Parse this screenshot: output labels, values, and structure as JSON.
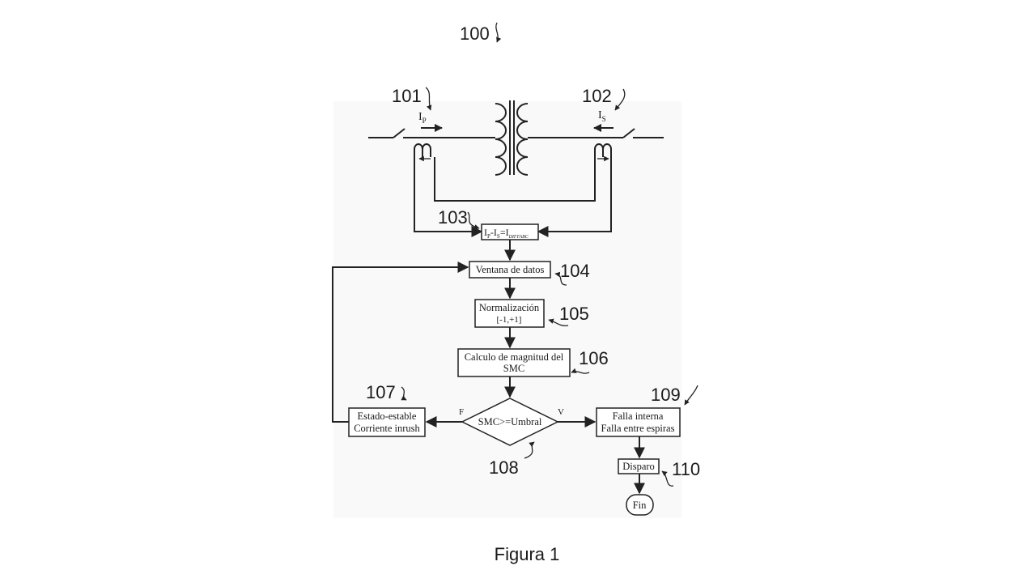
{
  "figure": {
    "number": "100",
    "caption": "Figura 1"
  },
  "refs": {
    "r101": "101",
    "r102": "102",
    "r103": "103",
    "r104": "104",
    "r105": "105",
    "r106": "106",
    "r107": "107",
    "r108": "108",
    "r109": "109",
    "r110": "110"
  },
  "currents": {
    "primary_base": "I",
    "primary_sub": "P",
    "secondary_base": "I",
    "secondary_sub": "S"
  },
  "blocks": {
    "diff": {
      "p1": "I",
      "s1": "P",
      "p2": "-I",
      "s2": "S",
      "p3": "=I",
      "s3": "DIFFABC"
    },
    "window": "Ventana de datos",
    "norm_line1": "Normalización",
    "norm_line2": "[-1,+1]",
    "calc_line1": "Calculo de magnitud del",
    "calc_line2": "SMC",
    "decision": "SMC>=Umbral",
    "false_label": "F",
    "true_label": "V",
    "steady_line1": "Estado-estable",
    "steady_line2": "Corriente inrush",
    "fault_line1": "Falla interna",
    "fault_line2": "Falla entre espiras",
    "trip": "Disparo",
    "end": "Fin"
  }
}
